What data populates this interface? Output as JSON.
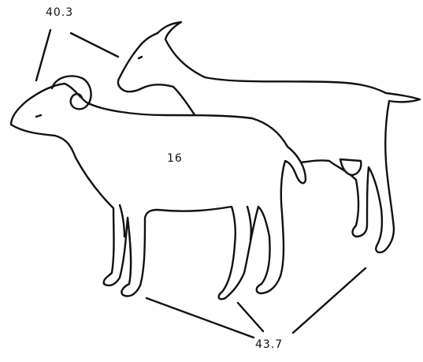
{
  "labels": {
    "top": "40.3",
    "middle": "16",
    "bottom": "43.7"
  },
  "figures": [
    "goat",
    "ram"
  ],
  "colors": {
    "ink": "#111111",
    "background": "#ffffff"
  }
}
